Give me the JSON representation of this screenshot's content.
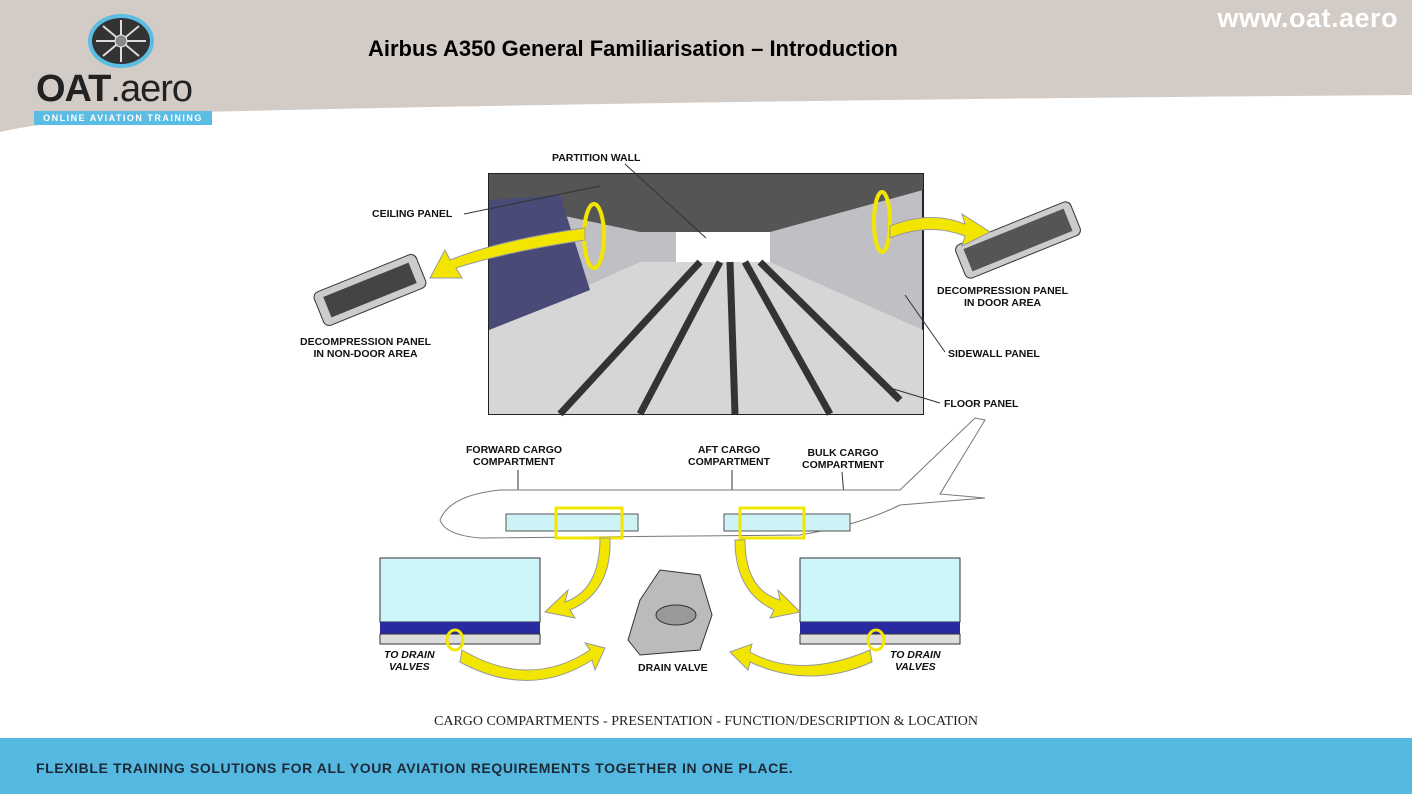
{
  "header": {
    "title": "Airbus A350 General Familiarisation – Introduction",
    "site_url": "www.oat.aero"
  },
  "logo": {
    "name_bold": "OAT",
    "name_light": ".aero",
    "tagline": "ONLINE AVIATION TRAINING"
  },
  "diagram": {
    "labels": {
      "partition_wall": "PARTITION WALL",
      "ceiling_panel": "CEILING PANEL",
      "decomp_non_door": "DECOMPRESSION PANEL\nIN NON-DOOR AREA",
      "decomp_door": "DECOMPRESSION PANEL\nIN DOOR AREA",
      "sidewall_panel": "SIDEWALL PANEL",
      "floor_panel": "FLOOR PANEL",
      "forward_cargo": "FORWARD CARGO\nCOMPARTMENT",
      "aft_cargo": "AFT CARGO\nCOMPARTMENT",
      "bulk_cargo": "BULK CARGO\nCOMPARTMENT",
      "to_drain_left": "TO DRAIN\nVALVES",
      "to_drain_right": "TO DRAIN\nVALVES",
      "drain_valve": "DRAIN VALVE"
    },
    "caption": "CARGO COMPARTMENTS - PRESENTATION - FUNCTION/DESCRIPTION & LOCATION"
  },
  "footer": {
    "text": "FLEXIBLE TRAINING SOLUTIONS FOR ALL YOUR AVIATION REQUIREMENTS TOGETHER IN ONE PLACE."
  },
  "colors": {
    "header_bg": "#d3cbc5",
    "footer_bg": "#55b8e0",
    "highlight": "#f2e600"
  }
}
